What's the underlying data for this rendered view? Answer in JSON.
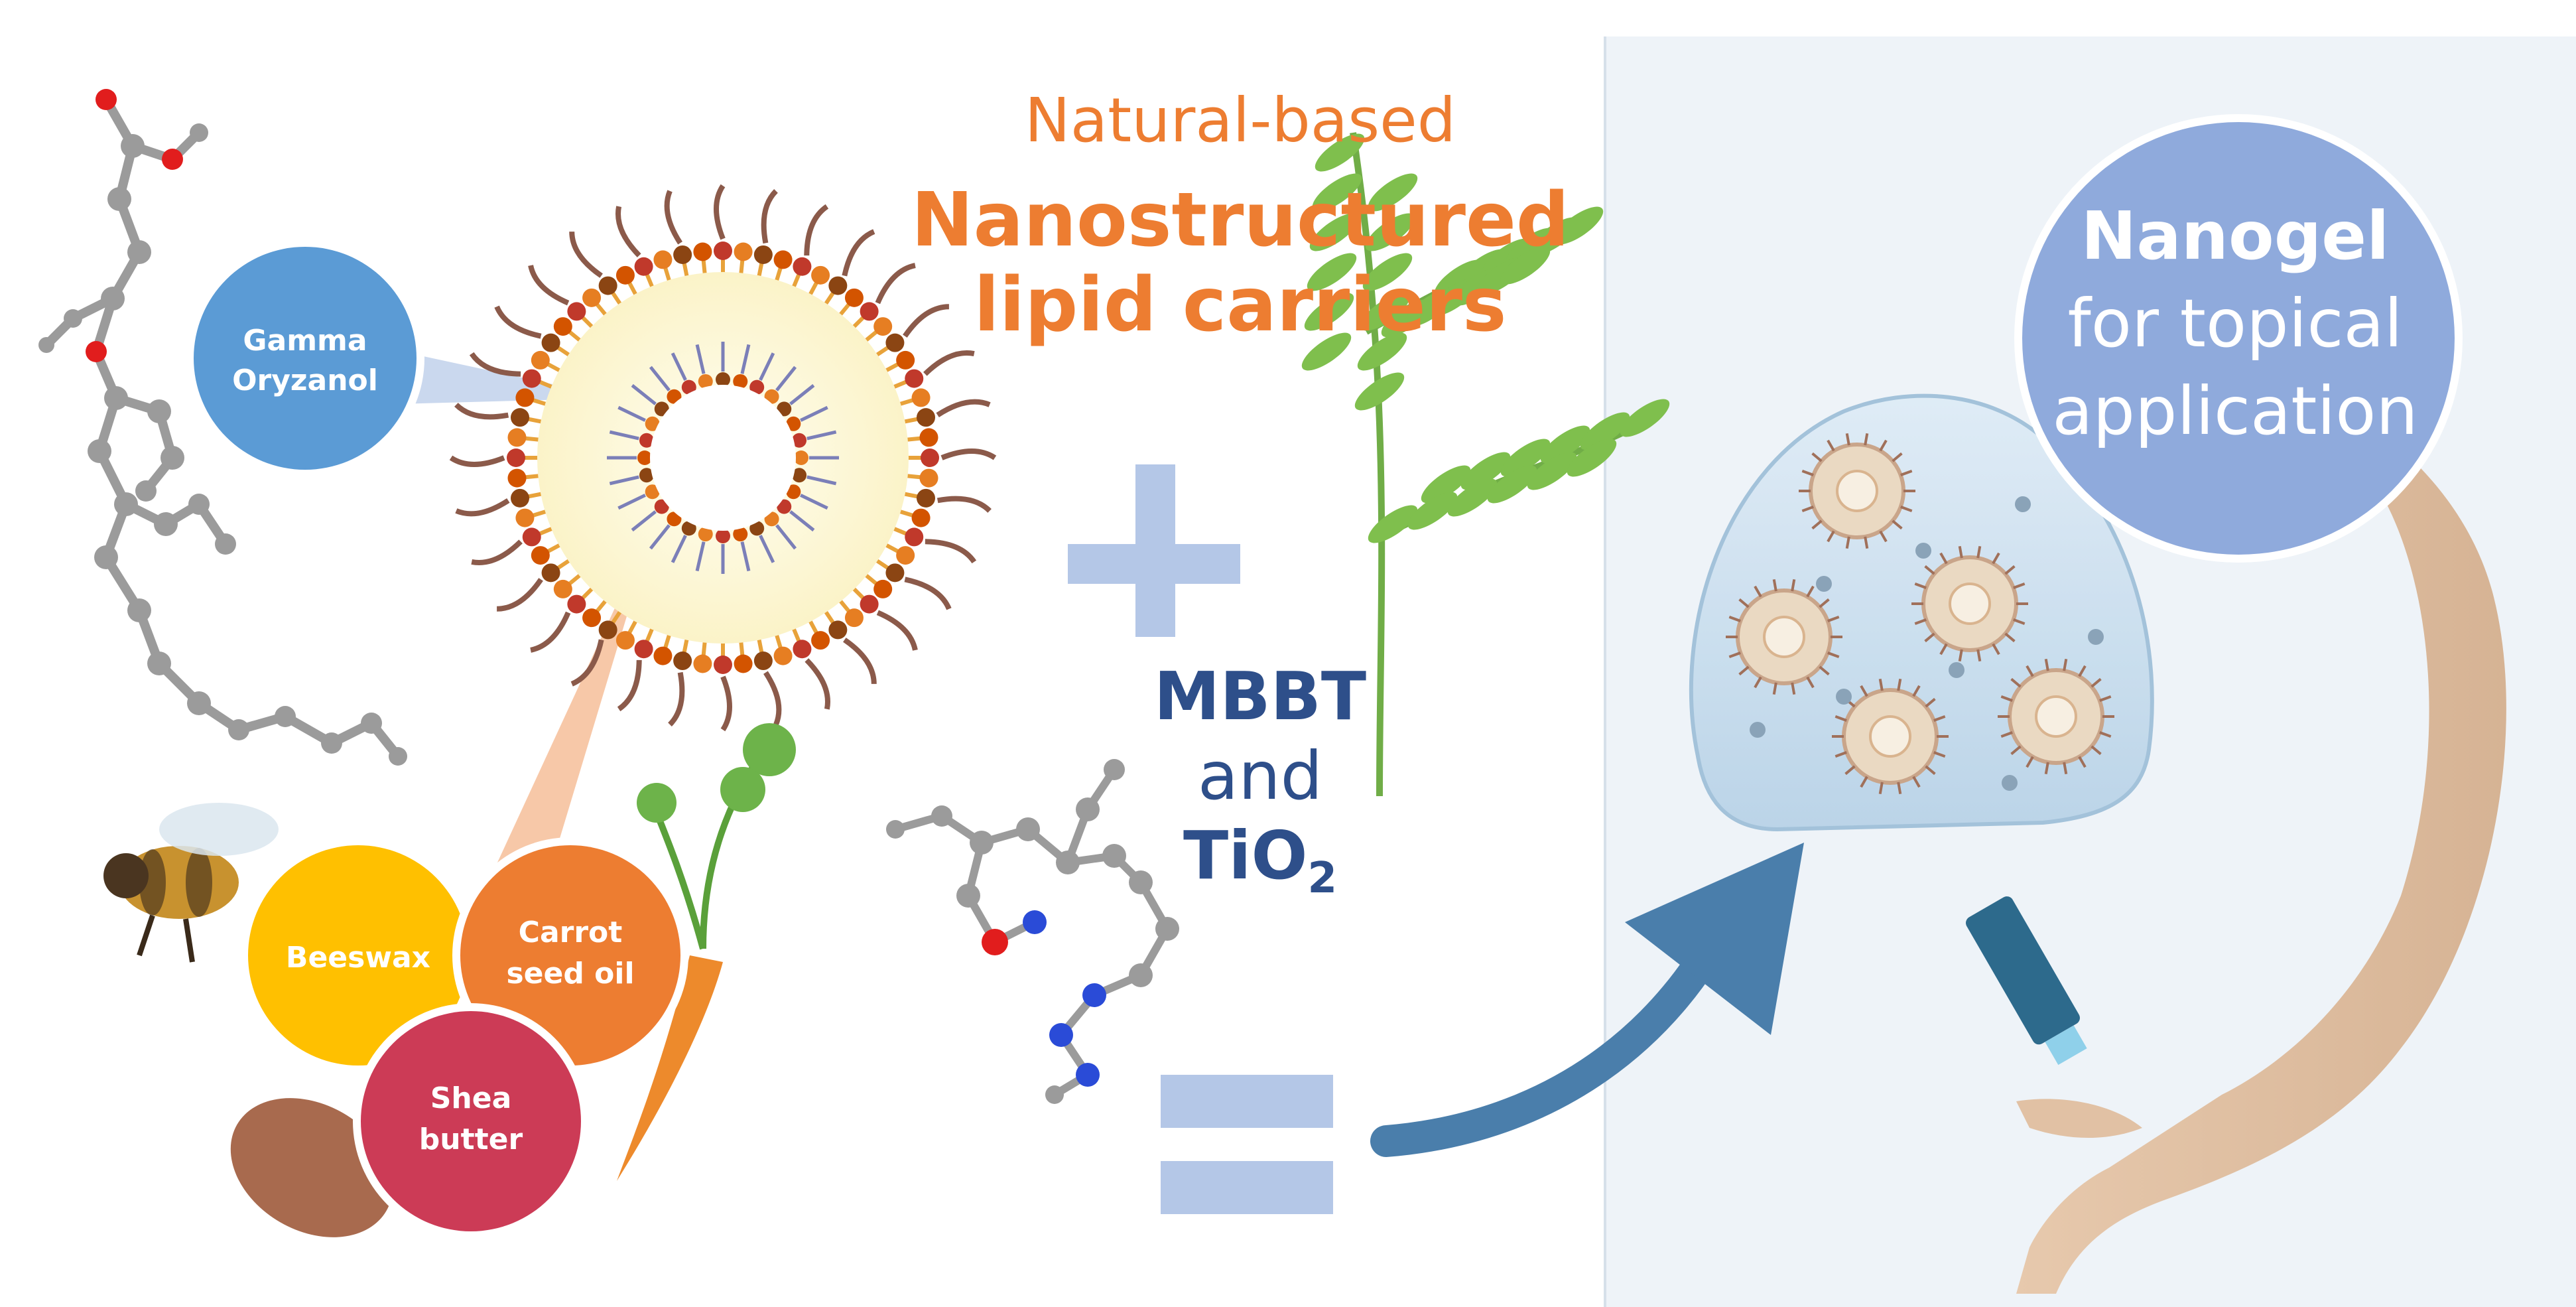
{
  "header": {
    "subtitle": "Natural-based",
    "title_line1": "Nanostructured",
    "title_line2": "lipid carriers"
  },
  "actives": {
    "compound1": "MBBT",
    "joiner": "and",
    "compound2_base": "TiO",
    "compound2_sub": "2"
  },
  "ingredients": {
    "gamma_oryzanol": {
      "line1": "Gamma",
      "line2": "Oryzanol",
      "color": "#5b9bd5"
    },
    "beeswax": {
      "label": "Beeswax",
      "color": "#ffc000"
    },
    "carrot_seed_oil": {
      "line1": "Carrot",
      "line2": "seed oil",
      "color": "#ed7d31"
    },
    "shea_butter": {
      "line1": "Shea",
      "line2": "butter",
      "color": "#cc3b56"
    }
  },
  "product": {
    "title": "Nanogel",
    "line2": "for topical",
    "line3": "application",
    "color": "#8faadc"
  },
  "colors": {
    "accent_orange": "#ed7d31",
    "operator_blue": "#b4c7e7",
    "text_navy": "#2e4f8a",
    "panel_bg": "#eef3f8"
  }
}
